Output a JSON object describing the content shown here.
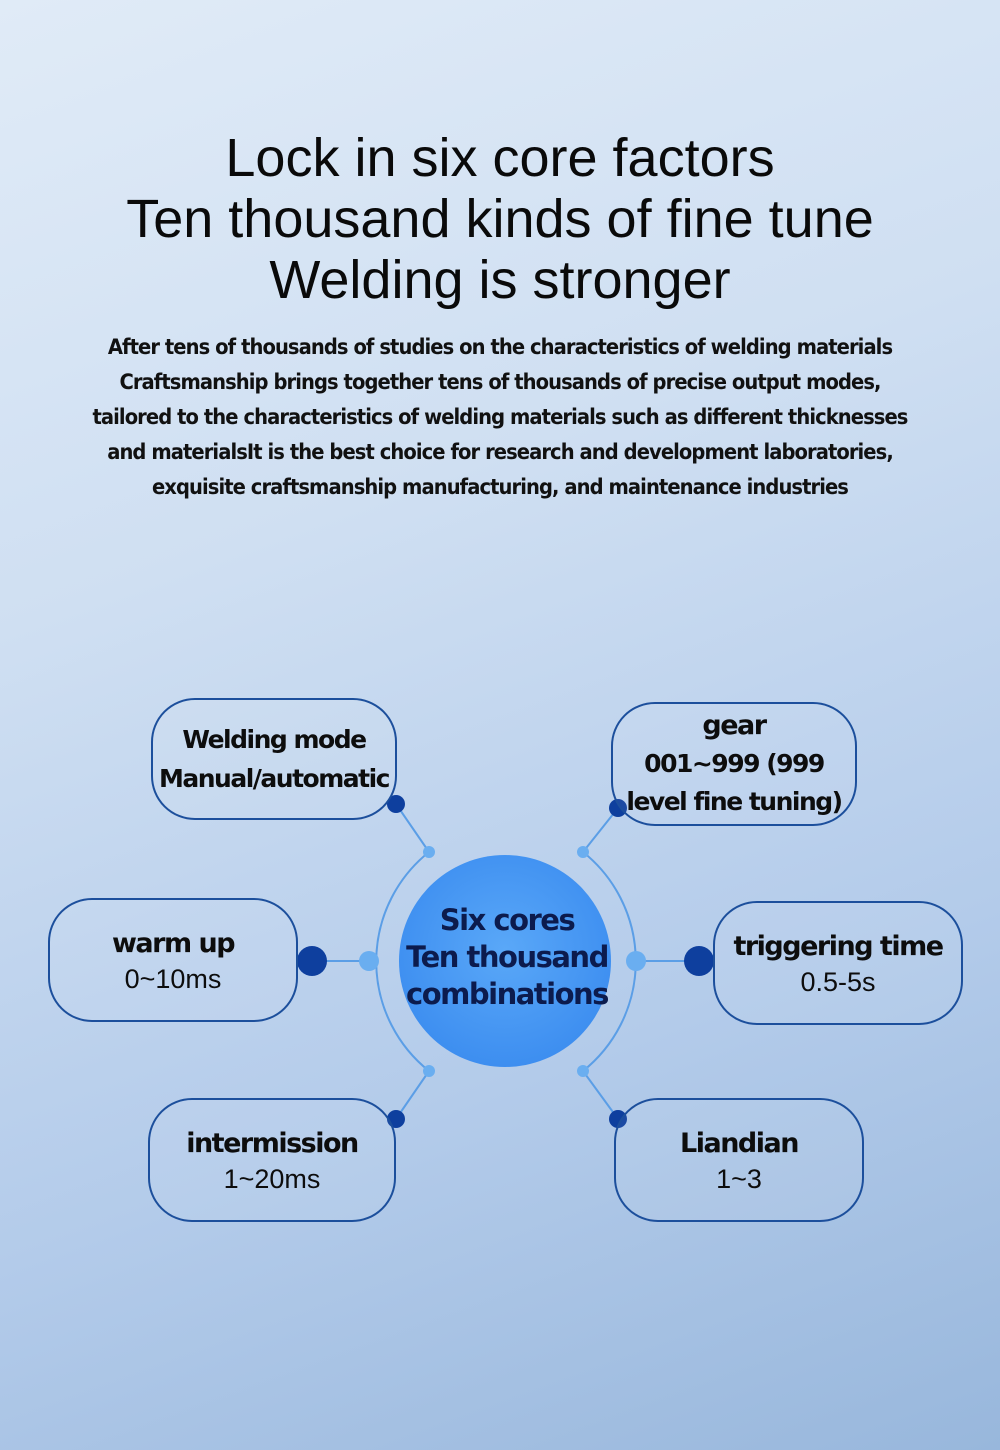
{
  "heading": {
    "lines": [
      "Lock in six core factors",
      "Ten thousand kinds of fine tune",
      "Welding is stronger"
    ]
  },
  "description": {
    "lines": [
      "After tens of thousands of studies on the characteristics of welding materials",
      "Craftsmanship brings together tens of thousands of precise output modes,",
      "tailored to the characteristics of welding materials such as different thicknesses",
      "and materialsIt is the best choice for research and development laboratories,",
      "exquisite craftsmanship manufacturing, and maintenance industries"
    ]
  },
  "hub": {
    "lines": [
      "Six cores",
      "Ten thousand",
      "combinations"
    ]
  },
  "factors": {
    "welding_mode": {
      "label": "Welding mode",
      "value": "Manual/automatic"
    },
    "gear": {
      "label": "gear",
      "value_lines": [
        "001~999 (999",
        "level fine tuning)"
      ]
    },
    "warm_up": {
      "label": "warm up",
      "value": "0~10ms"
    },
    "triggering_time": {
      "label": "triggering time",
      "value": "0.5-5s"
    },
    "intermission": {
      "label": "intermission",
      "value": "1~20ms"
    },
    "liandian": {
      "label": "Liandian",
      "value": "1~3"
    }
  },
  "colors": {
    "hub_fill": "#4a9bf5",
    "ring": "#5b9ee6",
    "box_border": "#1c4f9c",
    "node_dark": "#0e3f9e",
    "node_light": "#6aaef0"
  }
}
